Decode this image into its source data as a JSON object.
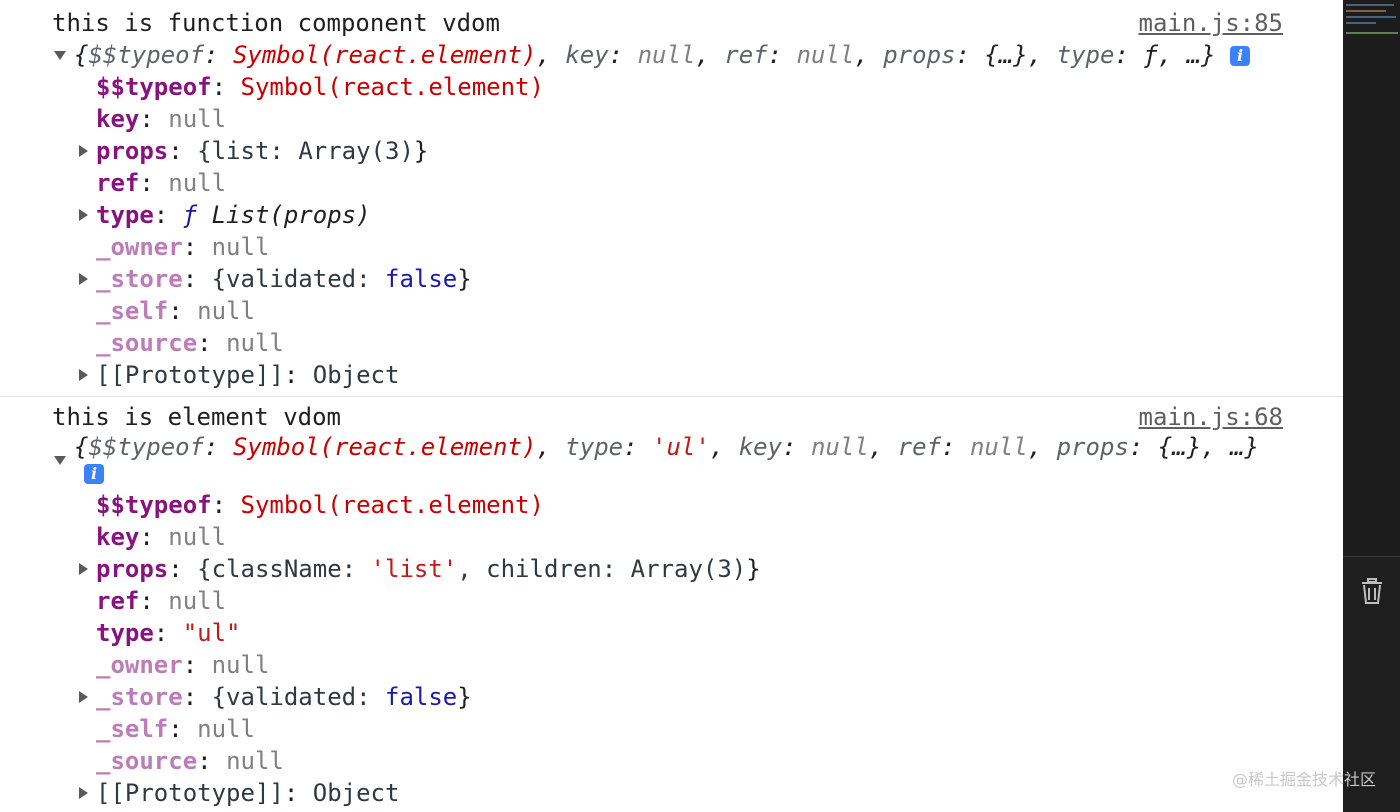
{
  "entries": [
    {
      "message": "this is function component vdom",
      "source": "main.js:85",
      "summary": {
        "open": "{",
        "typeof_key": "$$typeof",
        "typeof_val": "Symbol(react.element)",
        "key_key": "key",
        "key_val": "null",
        "ref_key": "ref",
        "ref_val": "null",
        "props_key": "props",
        "props_val": "{…}",
        "type_key": "type",
        "type_val": "ƒ",
        "tail": "…}"
      },
      "props": [
        {
          "key": "$$typeof",
          "value": "Symbol(react.element)"
        },
        {
          "key": "key",
          "value": "null"
        },
        {
          "key": "props",
          "value_a": "{list: ",
          "value_b": "Array(3)",
          "value_c": "}"
        },
        {
          "key": "ref",
          "value": "null"
        },
        {
          "key": "type",
          "value_a": "ƒ ",
          "value_b": "List(props)"
        },
        {
          "key": "_owner",
          "value": "null"
        },
        {
          "key": "_store",
          "value_a": "{validated: ",
          "value_b": "false",
          "value_c": "}"
        },
        {
          "key": "_self",
          "value": "null"
        },
        {
          "key": "_source",
          "value": "null"
        },
        {
          "key": "[[Prototype]]",
          "value": "Object"
        }
      ]
    },
    {
      "message": "this is element vdom",
      "source": "main.js:68",
      "summary": {
        "open": "{",
        "typeof_key": "$$typeof",
        "typeof_val": "Symbol(react.element)",
        "type_key": "type",
        "type_val": "'ul'",
        "key_key": "key",
        "key_val": "null",
        "ref_key": "ref",
        "ref_val": "null",
        "props_key": "props",
        "props_val": "{…}",
        "tail": "…}"
      },
      "props": [
        {
          "key": "$$typeof",
          "value": "Symbol(react.element)"
        },
        {
          "key": "key",
          "value": "null"
        },
        {
          "key": "props",
          "value_a": "{className: ",
          "value_b": "'list'",
          "value_c": ", children: ",
          "value_d": "Array(3)",
          "value_e": "}"
        },
        {
          "key": "ref",
          "value": "null"
        },
        {
          "key": "type",
          "value": "\"ul\""
        },
        {
          "key": "_owner",
          "value": "null"
        },
        {
          "key": "_store",
          "value_a": "{validated: ",
          "value_b": "false",
          "value_c": "}"
        },
        {
          "key": "_self",
          "value": "null"
        },
        {
          "key": "_source",
          "value": "null"
        },
        {
          "key": "[[Prototype]]",
          "value": "Object"
        }
      ]
    }
  ],
  "info_icon_glyph": "i",
  "watermark": "@稀土掘金技术社区",
  "colors": {
    "key": "#881280",
    "string": "#c41a16",
    "symbol": "#c80000",
    "null": "#808080",
    "keyword": "#1a1aa6",
    "info_badge": "#3b82f6",
    "sidebar": "#1e1e1e"
  }
}
